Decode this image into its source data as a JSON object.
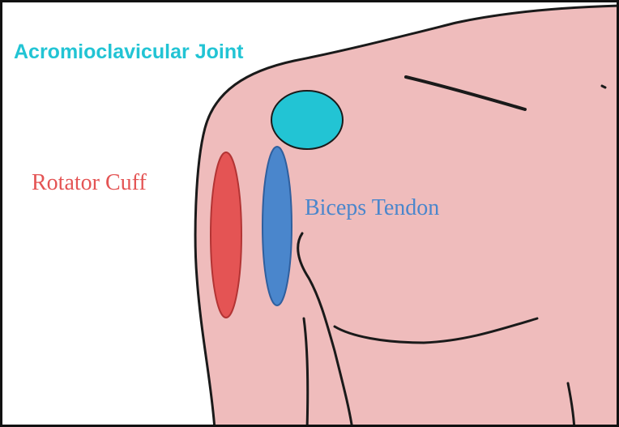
{
  "labels": {
    "acromioclavicular_joint": "Acromioclavicular Joint",
    "rotator_cuff": "Rotator Cuff",
    "biceps_tendon": "Biceps Tendon"
  },
  "colors": {
    "skin": "#efbcbc",
    "outline": "#1a1a1a",
    "acromioclavicular_joint": "#22c4d4",
    "rotator_cuff": "#e45454",
    "biceps_tendon": "#4a86cc"
  }
}
